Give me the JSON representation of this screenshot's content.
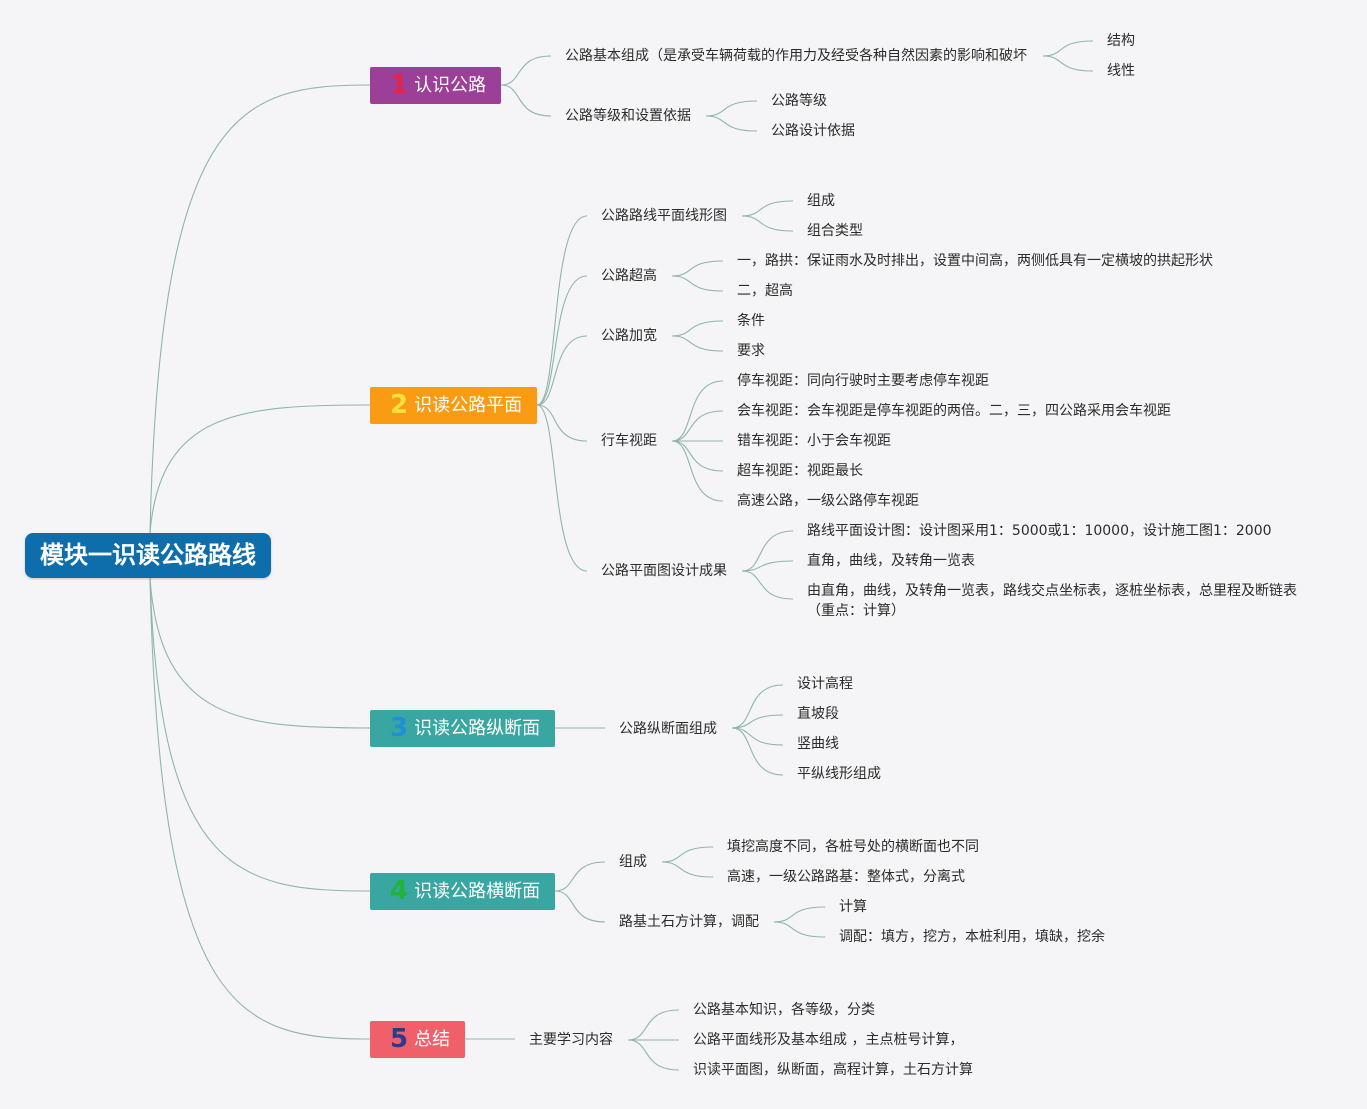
{
  "root": {
    "label": "模块一识读公路路线",
    "color": "#0d6eab"
  },
  "line_color": "#8fb5ac",
  "topics": [
    {
      "num": "1",
      "label": "认识公路",
      "bg": "#9c3f99",
      "num_color": "#e8234a",
      "children": [
        {
          "label": "公路基本组成（是承受车辆荷载的作用力及经受各种自然因素的影响和破坏",
          "children": [
            "结构",
            "线性"
          ]
        },
        {
          "label": "公路等级和设置依据",
          "children": [
            "公路等级",
            "公路设计依据"
          ]
        }
      ]
    },
    {
      "num": "2",
      "label": "识读公路平面",
      "bg": "#fa9b14",
      "num_color": "#f7e142",
      "children": [
        {
          "label": "公路路线平面线形图",
          "children": [
            "组成",
            "组合类型"
          ]
        },
        {
          "label": "公路超高",
          "children": [
            "一，路拱：保证雨水及时排出，设置中间高，两侧低具有一定横坡的拱起形状",
            "二，超高"
          ]
        },
        {
          "label": "公路加宽",
          "children": [
            "条件",
            "要求"
          ]
        },
        {
          "label": "行车视距",
          "children": [
            "停车视距：同向行驶时主要考虑停车视距",
            "会车视距：会车视距是停车视距的两倍。二，三，四公路采用会车视距",
            "错车视距：小于会车视距",
            "超车视距：视距最长",
            "高速公路，一级公路停车视距"
          ]
        },
        {
          "label": "公路平面图设计成果",
          "children": [
            "路线平面设计图：设计图采用1：5000或1：10000，设计施工图1：2000",
            "直角，曲线，及转角一览表",
            "由直角，曲线，及转角一览表，路线交点坐标表，逐桩坐标表，总里程及断链表",
            "（重点：计算）"
          ]
        }
      ]
    },
    {
      "num": "3",
      "label": "识读公路纵断面",
      "bg": "#3aa6a1",
      "num_color": "#1f8fd6",
      "children": [
        {
          "label": "公路纵断面组成",
          "children": [
            "设计高程",
            "直坡段",
            "竖曲线",
            "平纵线形组成"
          ]
        }
      ]
    },
    {
      "num": "4",
      "label": "识读公路横断面",
      "bg": "#3aa6a1",
      "num_color": "#1fb53a",
      "children": [
        {
          "label": "组成",
          "children": [
            "填挖高度不同，各桩号处的横断面也不同",
            "高速，一级公路路基：整体式，分离式"
          ]
        },
        {
          "label": "路基土石方计算，调配",
          "children": [
            "计算",
            "调配：填方，挖方，本桩利用，填缺，挖余"
          ]
        }
      ]
    },
    {
      "num": "5",
      "label": "总结",
      "bg": "#f0606a",
      "num_color": "#2a3a8f",
      "children": [
        {
          "label": "主要学习内容",
          "children": [
            "公路基本知识，各等级，分类",
            "公路平面线形及基本组成 ，主点桩号计算，",
            "识读平面图，纵断面，高程计算，土石方计算"
          ]
        }
      ]
    }
  ]
}
